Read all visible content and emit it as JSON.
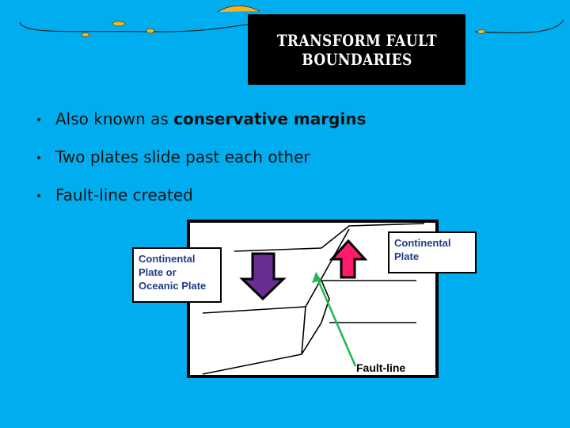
{
  "slide": {
    "title_lines": [
      "Transform Fault",
      "Boundaries"
    ],
    "bullets": [
      {
        "text": "Also known as ",
        "bold": "conservative margins"
      },
      {
        "text": "Two plates slide past each other",
        "bold": ""
      },
      {
        "text": "Fault-line created",
        "bold": ""
      }
    ],
    "diagram": {
      "label_left": [
        "Continental",
        "Plate or",
        "Oceanic Plate"
      ],
      "label_right": [
        "Continental",
        "Plate"
      ],
      "fault_label": "Fault-line"
    },
    "colors": {
      "background": "#00aeef",
      "title_bg": "#000000",
      "down_arrow": "#6a2d91",
      "up_arrow": "#ff1a6e",
      "pointer_arrow": "#1db954",
      "label_text": "#1f3c88"
    }
  }
}
